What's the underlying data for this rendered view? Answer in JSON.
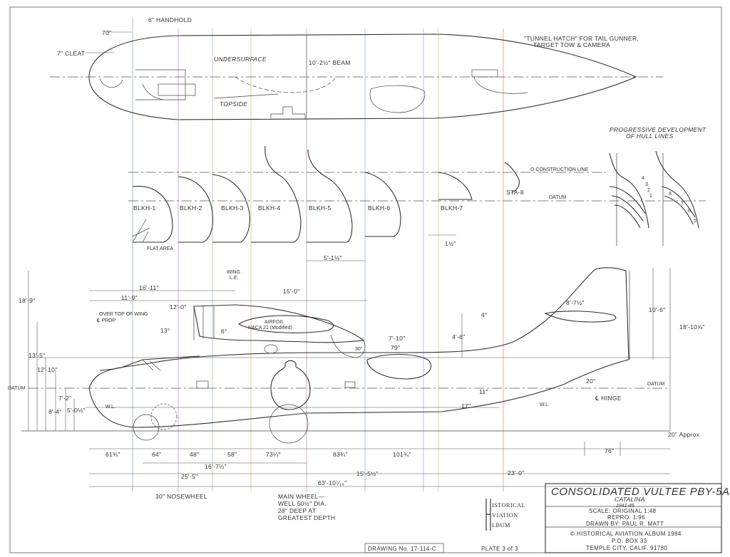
{
  "plan_view": {
    "handhold": "6\" HANDHOLD",
    "dim_70": "70\"",
    "cleat": "7\" CLEAT",
    "undersurface": "UNDERSURFACE",
    "topside": "TOPSIDE",
    "beam": "10'-2½\" BEAM",
    "tunnel_hatch_1": "\"TUNNEL HATCH\" FOR TAIL GUNNER,",
    "tunnel_hatch_2": "TARGET TOW & CAMERA"
  },
  "hull_lines": {
    "title_1": "PROGRESSIVE DEVELOPMENT",
    "title_2": "OF HULL LINES",
    "construction_line": "O CONSTRUCTION LINE",
    "datum": "DATUM",
    "sta8": "STA-8",
    "bulkheads": [
      "BLKH-1",
      "BLKH-2",
      "BLKH-3",
      "BLKH-4",
      "BLKH-5",
      "BLKH-6",
      "BLKH-7"
    ],
    "flat_area": "FLAT AREA",
    "dim_5ft": "5'-1⅛\"",
    "dim_1half": "1½\"",
    "curve_numbers": [
      "4",
      "3",
      "2",
      "1",
      "8",
      "7",
      "6",
      "5"
    ]
  },
  "side_view": {
    "wing_le_1": "WING",
    "wing_le_2": "L.E.",
    "dim_16_11": "16'-11\"",
    "dim_11_9": "11'-9\"",
    "dim_15_0": "15'-0\"",
    "dim_18_9": "18'-9\"",
    "dim_12_0": "12'-0\"",
    "over_top": "OVER TOP OF WING",
    "prop": "℄ PROP",
    "dim_13": "13°",
    "dim_6": "6°",
    "airfoil_1": "AIRFOIL",
    "airfoil_2": "NACA 21 (Modified)",
    "dim_4deg": "4°",
    "dim_8_7": "8'-7½\"",
    "dim_10_6": "10'-6\"",
    "dim_18_10": "18'-10⅝\"",
    "dim_7_10": "7'-10\"",
    "dim_79": "79\"",
    "dim_30": "30\"",
    "dim_4_6": "4'-6\"",
    "dim_13_5": "13'-5\"",
    "dim_12_10": "12'-10\"",
    "datum_left": "DATUM",
    "datum_right": "DATUM",
    "dim_7_2": "7'-2\"",
    "dim_8_4": "8'-4\"",
    "dim_5_0": "5'-0½\"",
    "wl_left": "W.L.",
    "wl_right": "W.L.",
    "dim_20": "20\"",
    "hinge": "℄ HINGE",
    "dim_11": "11\"",
    "dim_17": "17\"",
    "dim_20_approx": "20\" Approx",
    "dim_76": "76\"",
    "bottom_dims": [
      "61¾\"",
      "64\"",
      "48\"",
      "58\"",
      "73¼\"",
      "83¾\"",
      "101¾\""
    ],
    "dim_16_7": "16'-7½\"",
    "dim_25_5": "25'-5\"",
    "dim_15_5": "15'-5½\"",
    "dim_23_0": "23'-0\"",
    "dim_63_10": "63'-10⁷⁄₁₆\""
  },
  "notes": {
    "nosewheel": "30\" NOSEWHEEL",
    "mainwheel_1": "MAIN WHEEL—",
    "mainwheel_2": "WELL 50½\" DIA.",
    "mainwheel_3": "28\" DEEP AT",
    "mainwheel_4": "GREATEST DEPTH",
    "logo_1": "ISTORICAL",
    "logo_2": "VIATION",
    "logo_3": "LBUM",
    "drawing_no": "DRAWING No. 17-114-C",
    "plate": "PLATE 3 of 3"
  },
  "title_block": {
    "title": "CONSOLIDATED VULTEE PBY-5A",
    "subtitle": "CATALINA",
    "years": "1941-45",
    "scale": "SCALE: ORIGINAL 1:48",
    "repro": "REPRO. 1:96",
    "drawn_by": "DRAWN BY: PAUL R. MATT",
    "copyright": "© HISTORICAL AVIATION ALBUM 1984",
    "pobox": "P.O. BOX 33",
    "address": "TEMPLE CITY, CALIF. 91780"
  }
}
